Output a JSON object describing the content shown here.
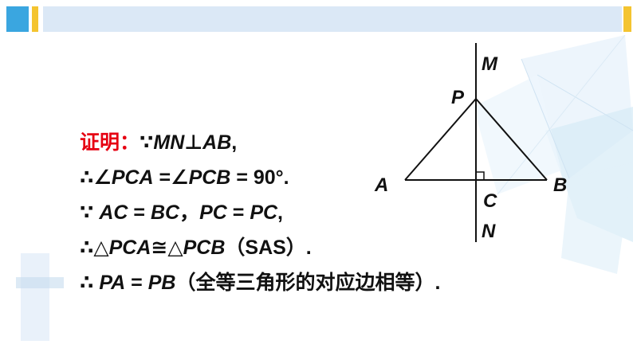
{
  "proof": {
    "l1": {
      "a": "证明：",
      "b": "∵",
      "c": "MN",
      "d": "⊥",
      "e": "AB",
      "f": ","
    },
    "l2": {
      "a": "∴∠",
      "b": "PCA",
      "c": " =∠",
      "d": "PCB",
      "e": " = 90°."
    },
    "l3": {
      "a": "∵ ",
      "b": "AC",
      "c": " = ",
      "d": "BC",
      "e": "，",
      "f": "PC",
      "g": " = ",
      "h": "PC",
      "i": ","
    },
    "l4": {
      "a": "∴△",
      "b": "PCA",
      "c": "≅△",
      "d": "PCB",
      "e": "（SAS）."
    },
    "l5": {
      "a": "∴ ",
      "b": "PA",
      "c": " = ",
      "d": "PB",
      "e": "（全等三角形的对应边相等）."
    }
  },
  "figure": {
    "points": {
      "M": "M",
      "P": "P",
      "A": "A",
      "B": "B",
      "C": "C",
      "N": "N"
    }
  },
  "colors": {
    "accent": "#3aa6e0",
    "yellow": "#f4c430",
    "band": "#dbe8f6",
    "red": "#e60012"
  }
}
